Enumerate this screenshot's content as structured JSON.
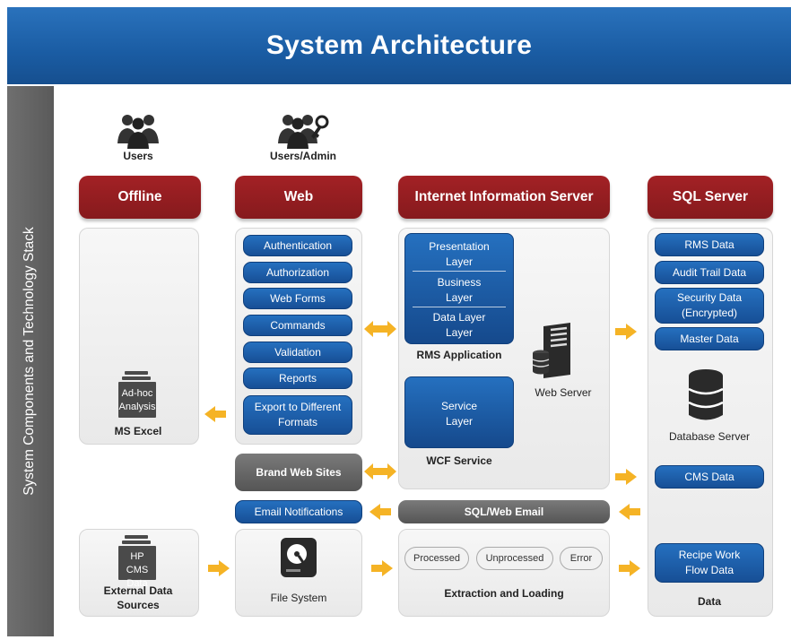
{
  "title": "System Architecture",
  "sidebar_label": "System Components and Technology Stack",
  "actors": {
    "users": "Users",
    "users_admin": "Users/Admin"
  },
  "columns": {
    "offline": "Offline",
    "web": "Web",
    "iis": "Internet Information Server",
    "sql": "SQL Server"
  },
  "offline": {
    "doc_line1": "Ad-hoc",
    "doc_line2": "Analysis",
    "label": "MS Excel"
  },
  "web_items": [
    "Authentication",
    "Authorization",
    "Web Forms",
    "Commands",
    "Validation",
    "Reports"
  ],
  "web_export_line1": "Export to Different",
  "web_export_line2": "Formats",
  "brand_sites": "Brand Web Sites",
  "email_notifications": "Email Notifications",
  "sql_web_email": "SQL/Web Email",
  "iis": {
    "presentation_1": "Presentation",
    "presentation_2": "Layer",
    "business_1": "Business",
    "business_2": "Layer",
    "data_1": "Data Layer",
    "data_2": "Layer",
    "rms_app": "RMS Application",
    "service_1": "Service",
    "service_2": "Layer",
    "wcf": "WCF Service",
    "web_server": "Web Server"
  },
  "sql_items": {
    "rms": "RMS Data",
    "audit": "Audit Trail Data",
    "security_1": "Security Data",
    "security_2": "(Encrypted)",
    "master": "Master Data",
    "db_server": "Database Server",
    "cms": "CMS Data",
    "recipe_1": "Recipe Work",
    "recipe_2": "Flow Data",
    "data": "Data"
  },
  "external": {
    "doc_line1": "HP CMS",
    "doc_line2": "Data",
    "label_1": "External Data",
    "label_2": "Sources"
  },
  "file_system": "File System",
  "extraction": {
    "processed": "Processed",
    "unprocessed": "Unprocessed",
    "error": "Error",
    "label": "Extraction and Loading"
  },
  "colors": {
    "header_blue": "#1a5ca3",
    "column_red": "#981e22",
    "pill_blue": "#1e5fad",
    "arrow_yellow": "#f5b325",
    "sidebar_gray": "#666666"
  }
}
